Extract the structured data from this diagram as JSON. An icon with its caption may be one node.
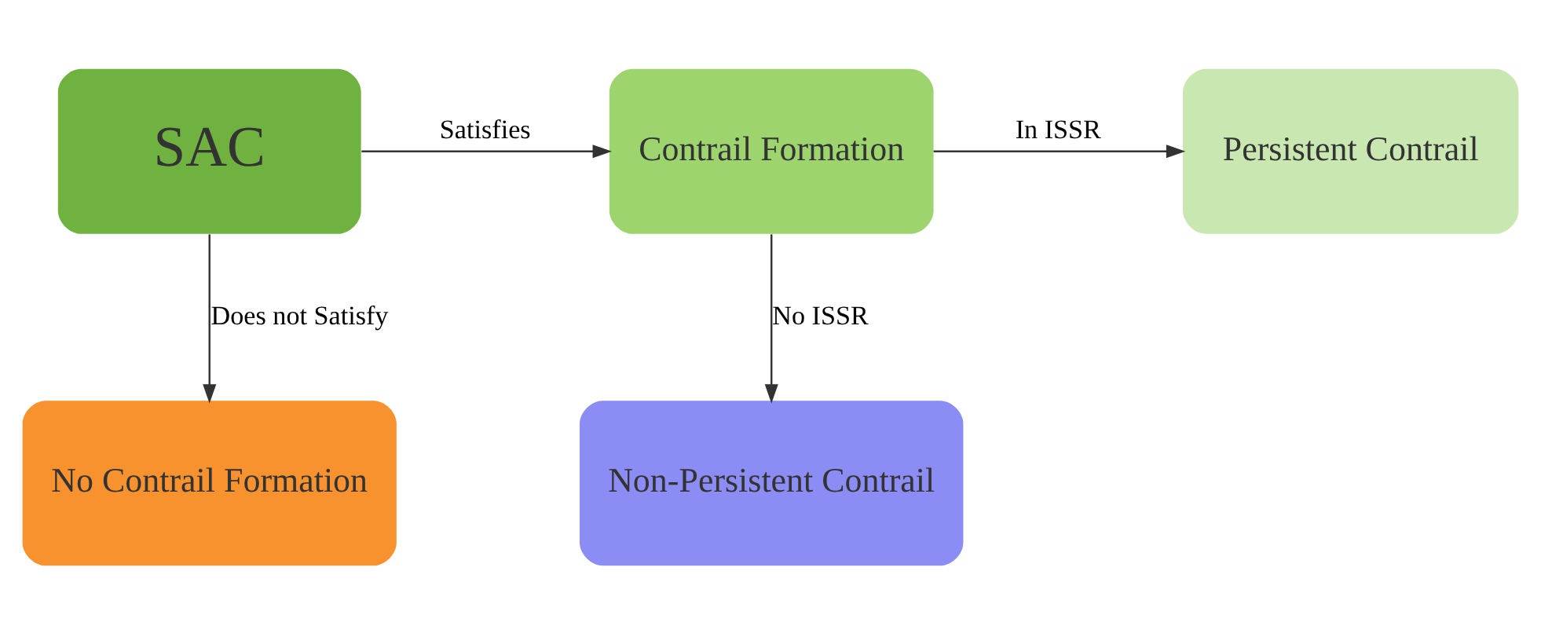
{
  "diagram": {
    "nodes": [
      {
        "text": [
          "SAC"
        ]
      },
      {
        "text": [
          "Contrail Formation"
        ]
      },
      {
        "text": [
          "Persistent Contrail"
        ]
      },
      {
        "text": [
          "No Contrail Formation"
        ]
      },
      {
        "text": [
          "Non-Persistent Contrail"
        ]
      }
    ],
    "edges": [
      {
        "from": 0,
        "to": 1,
        "arrow": "to",
        "label": "Satisfies"
      },
      {
        "from": 1,
        "to": 2,
        "arrow": "to",
        "label": "In ISSR"
      },
      {
        "from": 0,
        "to": 3,
        "arrow": "to",
        "label": "Does not Satisfy"
      },
      {
        "from": 1,
        "to": 4,
        "arrow": "to",
        "label": "No ISSR"
      }
    ]
  }
}
